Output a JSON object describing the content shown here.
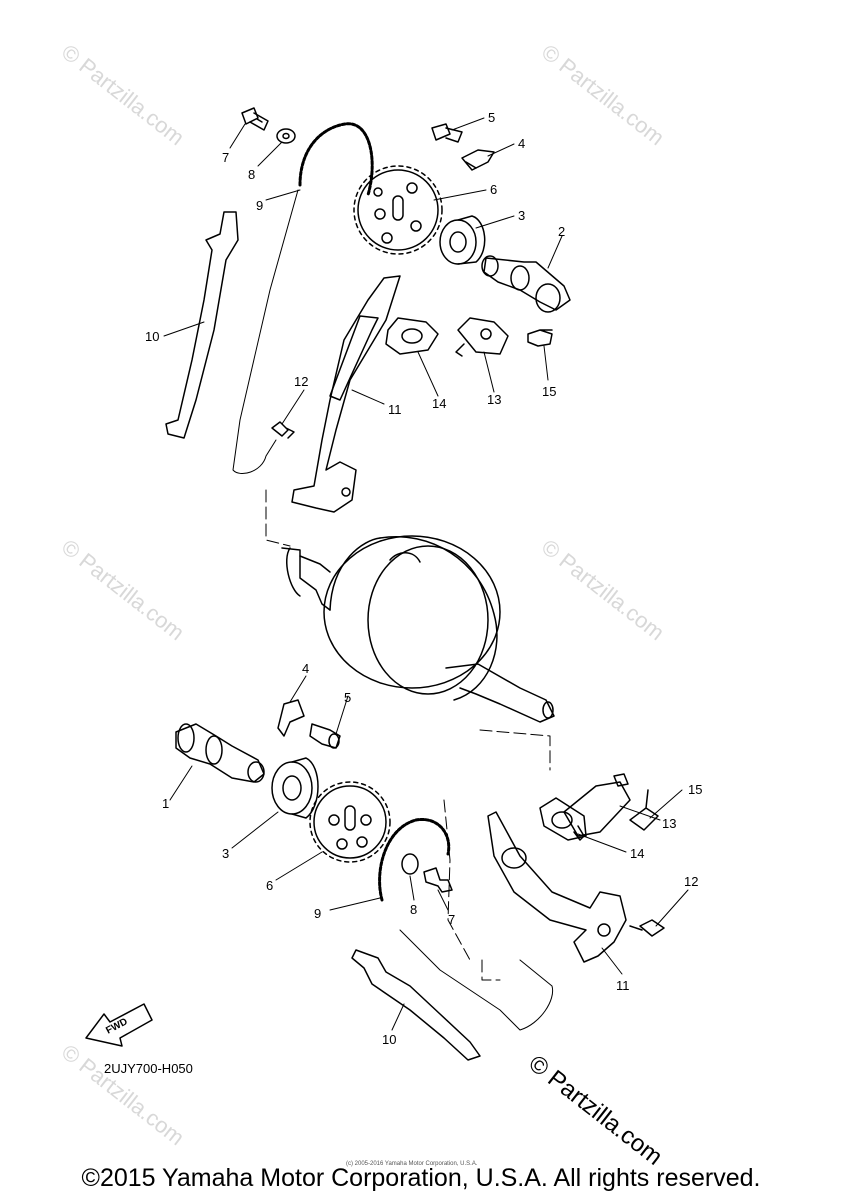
{
  "diagram": {
    "watermark": "© Partzilla.com",
    "callouts": {
      "top": [
        "7",
        "8",
        "9",
        "5",
        "4",
        "6",
        "3",
        "2",
        "10",
        "14",
        "13",
        "15",
        "12",
        "11"
      ],
      "bottom": [
        "4",
        "5",
        "1",
        "3",
        "6",
        "15",
        "13",
        "14",
        "12",
        "9",
        "8",
        "7",
        "11",
        "10"
      ]
    },
    "fwd_label": "FWD",
    "reference_code": "2UJY700-H050",
    "brand_text": "© Partzilla.com",
    "fine_print": "(c) 2005-2016 Yamaha Motor Corporation, U.S.A.",
    "copyright": "©2015 Yamaha Motor Corporation, U.S.A. All rights reserved."
  }
}
